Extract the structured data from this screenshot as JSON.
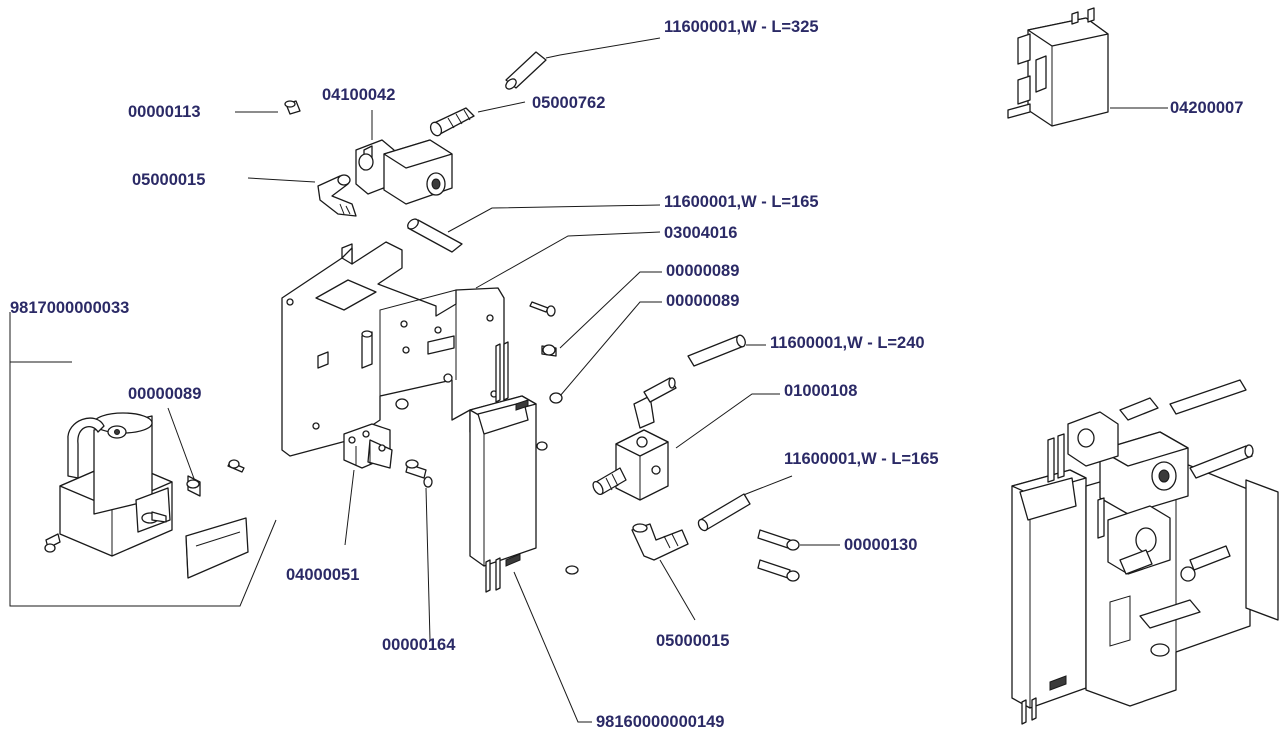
{
  "labels": {
    "l01": "11600001,W - L=325",
    "l02": "04100042",
    "l03": "00000113",
    "l04": "05000762",
    "l05": "05000015",
    "l06": "11600001,W - L=165",
    "l07": "03004016",
    "l08": "00000089",
    "l09": "00000089",
    "l10": "9817000000033",
    "l11": "00000089",
    "l12": "11600001,W - L=240",
    "l13": "01000108",
    "l14": "11600001,W - L=165",
    "l15": "00000130",
    "l16": "04000051",
    "l17": "00000164",
    "l18": "05000015",
    "l19": "98160000000149",
    "l20": "04200007"
  }
}
